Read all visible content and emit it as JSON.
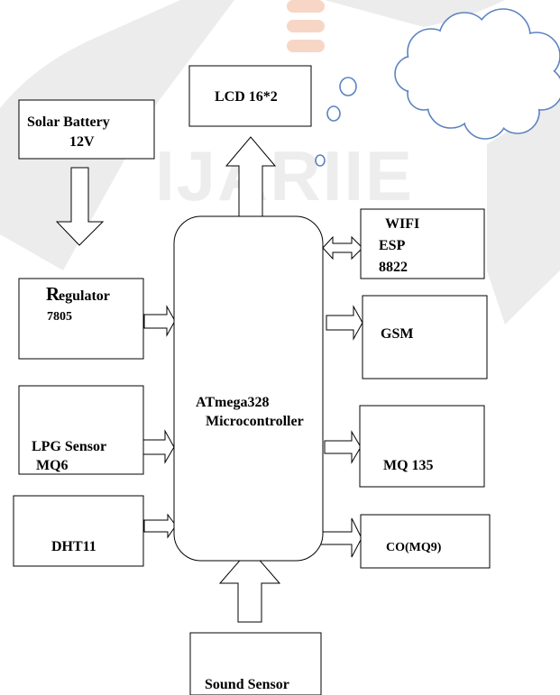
{
  "diagram": {
    "watermark": {
      "text": "IJARIIE",
      "accent_color": "#f7d6c6",
      "shape_color": "#ececec"
    },
    "cloud_color": "#5b83c2",
    "blocks": {
      "lcd": {
        "label": "LCD 16*2"
      },
      "solar_battery": {
        "line1": "Solar Battery",
        "line2": "12V"
      },
      "regulator": {
        "initial": "R",
        "rest": "egulator",
        "line2": "7805"
      },
      "lpg_sensor": {
        "line1": "LPG Sensor",
        "line2": "MQ6"
      },
      "dht11": {
        "label": "DHT11"
      },
      "microcontroller": {
        "line1": "ATmega328",
        "line2": "Microcontroller"
      },
      "wifi": {
        "line1": "WIFI",
        "line2": "ESP",
        "line3": "8822"
      },
      "gsm": {
        "label": "GSM"
      },
      "mq135": {
        "label": "MQ 135"
      },
      "co_sensor": {
        "label": "CO(MQ9)"
      },
      "sound_sensor": {
        "label": "Sound Sensor"
      }
    }
  }
}
